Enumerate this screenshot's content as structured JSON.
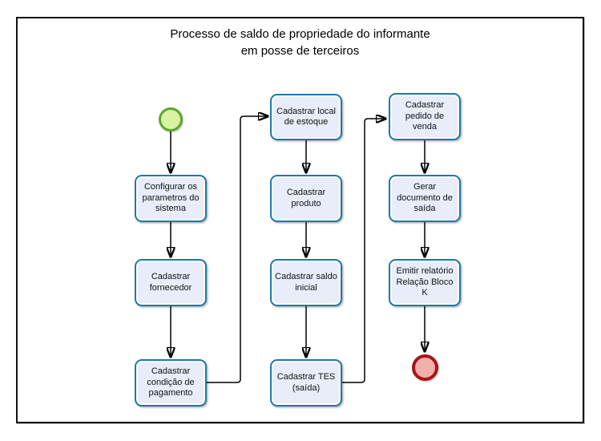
{
  "diagram": {
    "title": "Processo de saldo de propriedade do informante\nem posse de terceiros",
    "nodes": [
      {
        "id": "configurar-parametros",
        "label": "Configurar os\nparametros do\nsistema"
      },
      {
        "id": "cadastrar-fornecedor",
        "label": "Cadastrar\nfornecedor"
      },
      {
        "id": "cadastrar-condicao-pagamento",
        "label": "Cadastrar\ncondição de\npagamento"
      },
      {
        "id": "cadastrar-local-estoque",
        "label": "Cadastrar local\nde estoque"
      },
      {
        "id": "cadastrar-produto",
        "label": "Cadastrar\nproduto"
      },
      {
        "id": "cadastrar-saldo-inicial",
        "label": "Cadastrar saldo\ninicial"
      },
      {
        "id": "cadastrar-tes-saida",
        "label": "Cadastrar TES\n(saída)"
      },
      {
        "id": "cadastrar-pedido-venda",
        "label": "Cadastrar\npedido de\nvenda"
      },
      {
        "id": "gerar-documento-saida",
        "label": "Gerar\ndocumento de\nsaída"
      },
      {
        "id": "emitir-relatorio-bloco-k",
        "label": "Emitir relatório\nRelação Bloco\nK"
      }
    ],
    "events": [
      {
        "id": "start-event",
        "type": "start"
      },
      {
        "id": "end-event",
        "type": "end"
      }
    ],
    "colors": {
      "task_fill": "#e9edfa",
      "task_border": "#1f78a8",
      "start_fill": "#d9f3a2",
      "start_border": "#5fa629",
      "end_fill": "#f1b0ac",
      "end_border": "#aa1414",
      "connector": "#000000",
      "frame_border": "#111111"
    }
  }
}
